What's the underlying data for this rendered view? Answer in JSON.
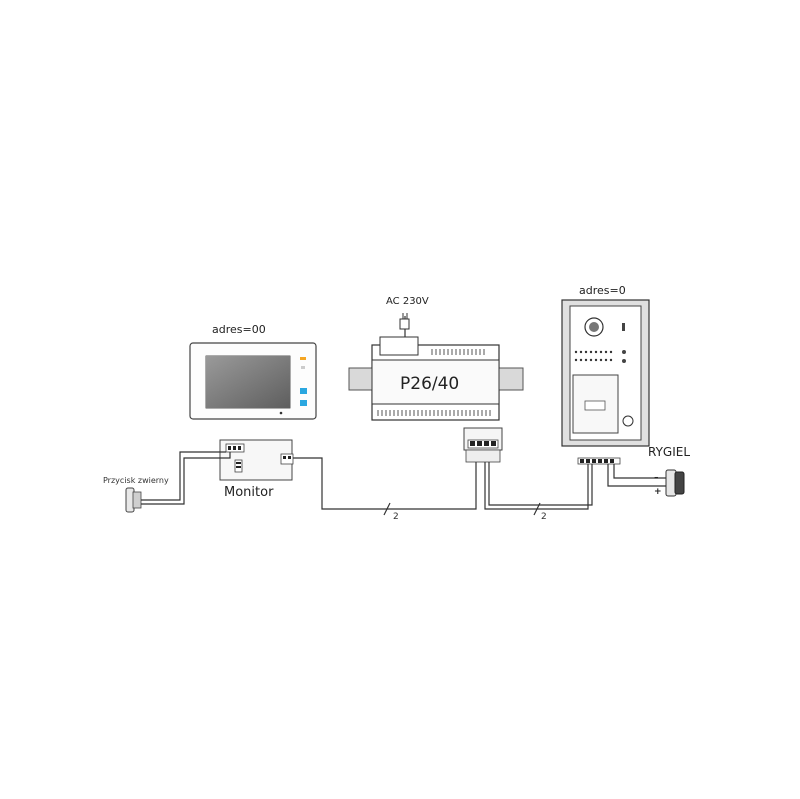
{
  "labels": {
    "monitor_address": "adres=00",
    "ac_supply": "AC 230V",
    "power_unit": "P26/40",
    "panel_address": "adres=0",
    "lock": "RYGIEL",
    "lock_minus": "-",
    "lock_plus": "+",
    "monitor": "Monitor",
    "button": "Przycisk zwierny",
    "wire_count_left": "2",
    "wire_count_right": "2"
  }
}
